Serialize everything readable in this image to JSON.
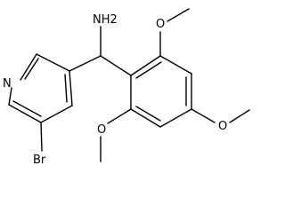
{
  "molecule": {
    "atoms": {
      "amine": "NH2",
      "pyridine_n": "N",
      "bromo": "Br",
      "methoxy_top": "O",
      "methoxy_right": "O",
      "methoxy_bottom": "O"
    }
  },
  "colors": {
    "bond": "#000000",
    "background": "#ffffff"
  }
}
